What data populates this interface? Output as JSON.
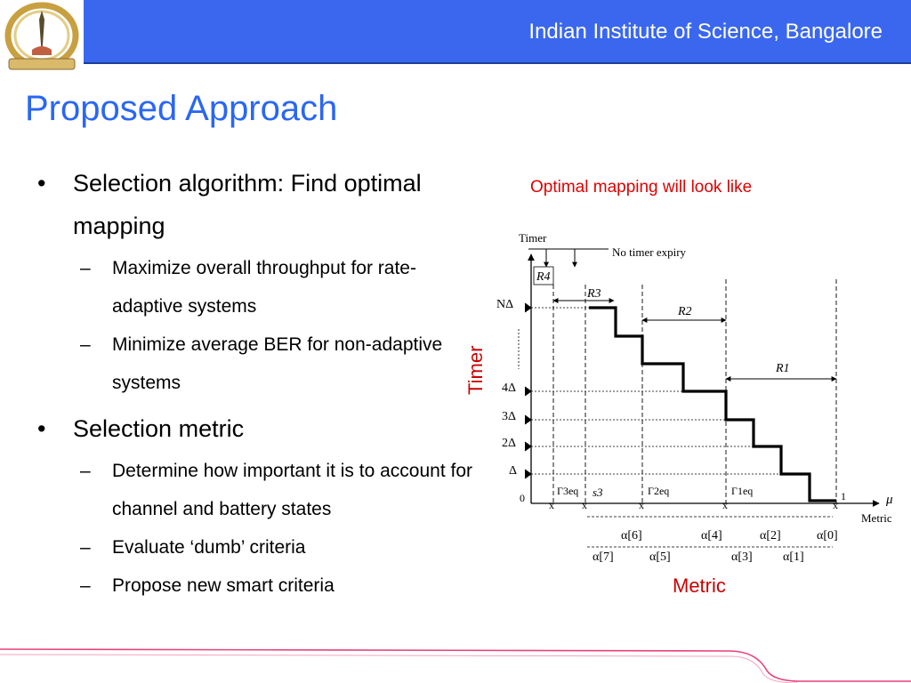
{
  "header": {
    "institute": "Indian Institute of Science, Bangalore"
  },
  "title": "Proposed Approach",
  "bullets": [
    {
      "text": "Selection algorithm: Find optimal mapping",
      "subs": [
        "Maximize overall throughput for rate-adaptive systems",
        "Minimize average BER for non-adaptive systems"
      ]
    },
    {
      "text": "Selection metric",
      "subs": [
        "Determine how important it is to account for channel  and battery states",
        "Evaluate ‘dumb’ criteria",
        "Propose new smart criteria"
      ]
    }
  ],
  "figure": {
    "caption": "Optimal mapping will look like",
    "timer_label": "Timer",
    "metric_label": "Metric",
    "axis_top": "Timer",
    "axis_right": "μ",
    "axis_right_sub": "Metric",
    "no_timer_expiry": "No timer expiry",
    "y_ticks": [
      "NΔ",
      "4Δ",
      "3Δ",
      "2Δ",
      "Δ",
      "0"
    ],
    "x_end": "1",
    "gaps": [
      "R4",
      "R3",
      "R2",
      "R1"
    ],
    "thresholds": [
      "Γ3eq",
      "s3",
      "Γ2eq",
      "Γ1eq"
    ],
    "alpha_upper": [
      "α[6]",
      "α[4]",
      "α[2]",
      "α[0]"
    ],
    "alpha_lower": [
      "α[7]",
      "α[5]",
      "α[3]",
      "α[1]"
    ]
  },
  "colors": {
    "header": "#3a67ee",
    "title": "#2a67f2",
    "caption": "#e00000",
    "label": "#cc0000",
    "swoosh": "#e8417a"
  }
}
